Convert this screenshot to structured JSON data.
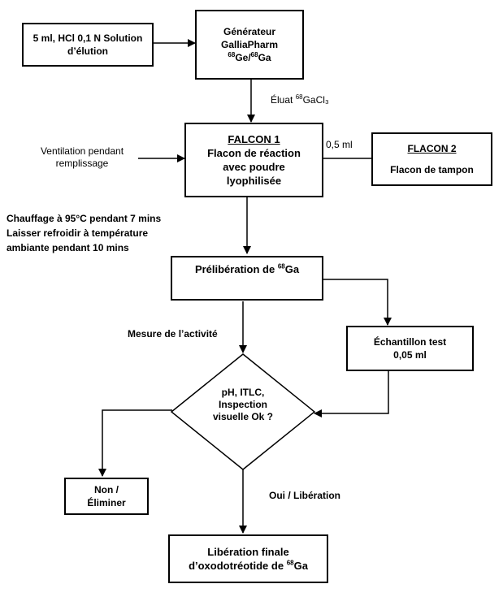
{
  "boxes": {
    "solution": {
      "line1": "5 ml, HCl 0,1 N Solution",
      "line2": "d’élution"
    },
    "generator": {
      "line1": "Générateur",
      "line2": "GalliaPharm",
      "iso1": "68",
      "el1": "Ge/",
      "iso2": "68",
      "el2": "Ga"
    },
    "falcon1": {
      "title": "FALCON 1",
      "line1": "Flacon de réaction",
      "line2": "avec poudre",
      "line3": "lyophilisée"
    },
    "flacon2": {
      "title": "FLACON 2",
      "line1": "Flacon de tampon"
    },
    "prerelease": {
      "text": "Prélibération de ",
      "iso": "68",
      "el": "Ga"
    },
    "sample": {
      "line1": "Échantillon test",
      "line2": "0,05 ml"
    },
    "decision": {
      "line1": "pH, ITLC,",
      "line2": "Inspection",
      "line3": "visuelle Ok ?"
    },
    "reject": {
      "line1": "Non /",
      "line2": "Éliminer"
    },
    "final": {
      "line1": "Libération finale",
      "line2": "d’oxodotréotide de ",
      "iso": "68",
      "el": "Ga"
    }
  },
  "labels": {
    "eluate": {
      "text": "Éluat ",
      "iso": "68",
      "el": "GaCl₃"
    },
    "ventilation": {
      "line1": "Ventilation pendant",
      "line2": "remplissage"
    },
    "volume": "0,5 ml",
    "heating": {
      "line1": "Chauffage à 95°C pendant 7 mins",
      "line2": "Laisser refroidir à température",
      "line3": "ambiante pendant 10 mins"
    },
    "activity": "Mesure de l’activité",
    "yes": "Oui / Libération"
  }
}
